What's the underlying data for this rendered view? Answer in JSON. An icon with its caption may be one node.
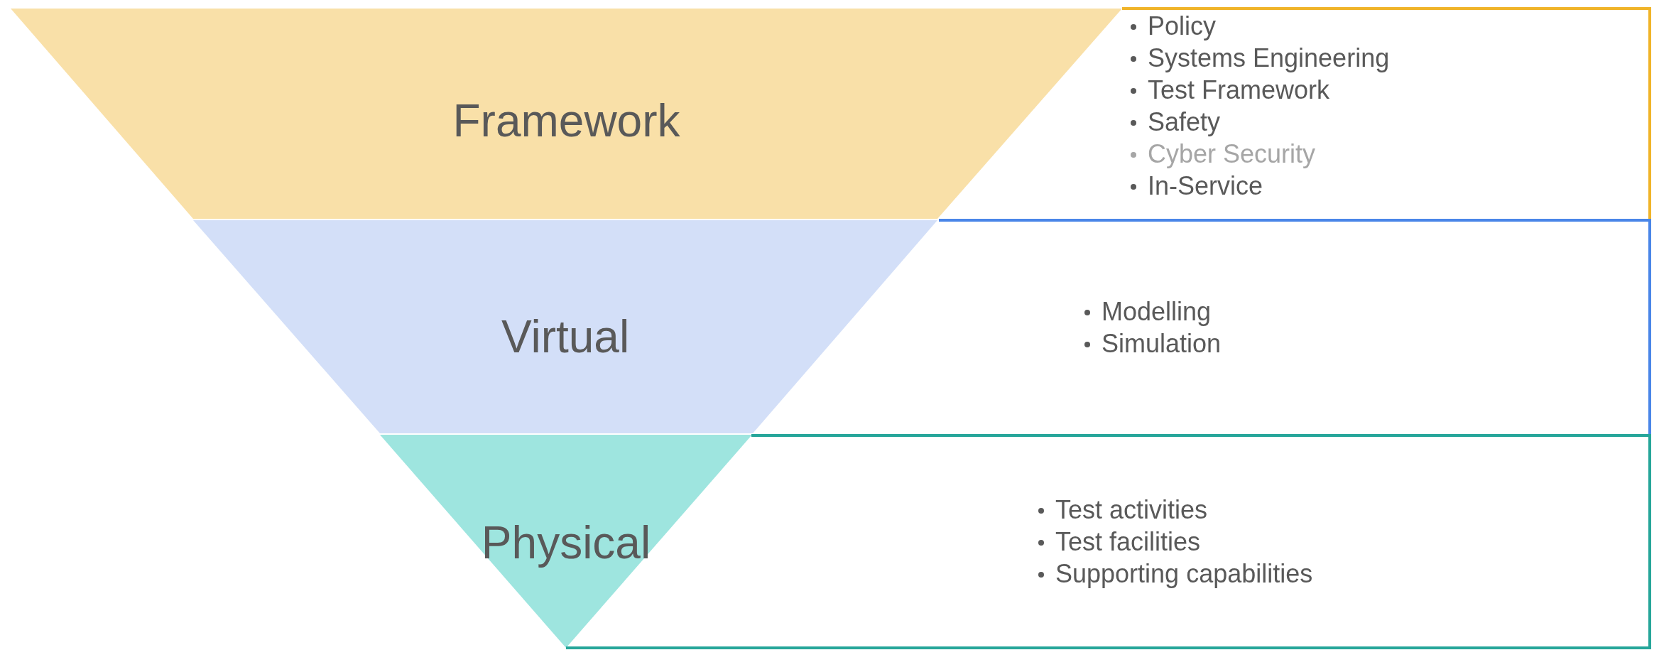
{
  "diagram": {
    "nodes": [
      {
        "text": [
          "Framework"
        ]
      },
      {
        "text": [
          "Policy",
          "Systems Engineering",
          "Test Framework",
          "Safety",
          "Cyber Security",
          "In-Service"
        ]
      },
      {
        "text": [
          "Virtual"
        ]
      },
      {
        "text": [
          "Modelling",
          "Simulation"
        ]
      },
      {
        "text": [
          "Physical"
        ]
      },
      {
        "text": [
          "Test activities",
          "Test facilities",
          "Supporting capabilities"
        ]
      }
    ]
  }
}
